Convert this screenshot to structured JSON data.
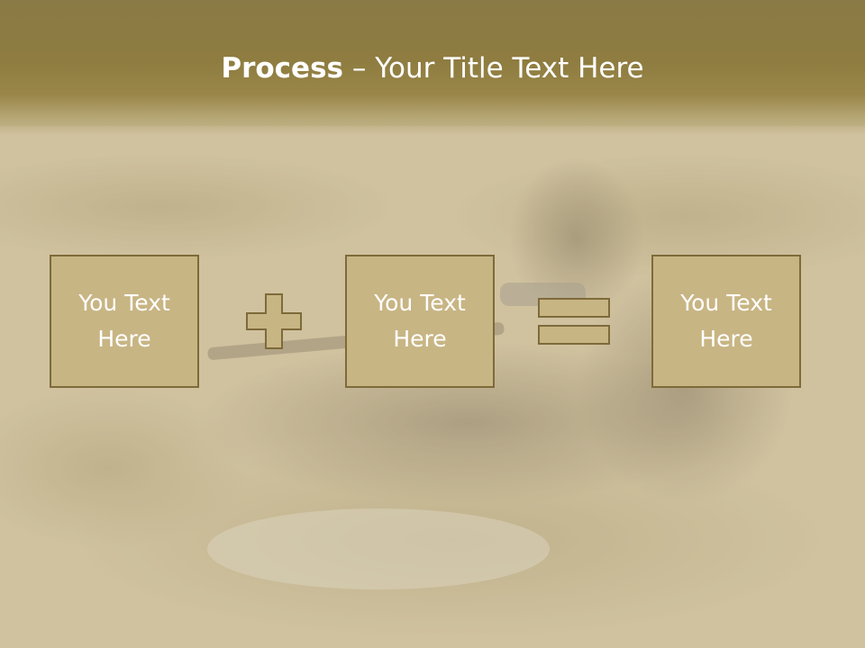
{
  "slide": {
    "title_bold": "Process",
    "title_rest": " – Your Title Text Here"
  },
  "steps": [
    {
      "text": "You Text\nHere"
    },
    {
      "text": "You Text\nHere"
    },
    {
      "text": "You Text\nHere"
    }
  ],
  "operators": [
    "plus-icon",
    "equals-icon"
  ],
  "colors": {
    "header": "#8e7c40",
    "box_fill": "#c8b584",
    "box_border": "#7e6a3a",
    "operator_fill": "#c8b584",
    "text": "#ffffff"
  }
}
